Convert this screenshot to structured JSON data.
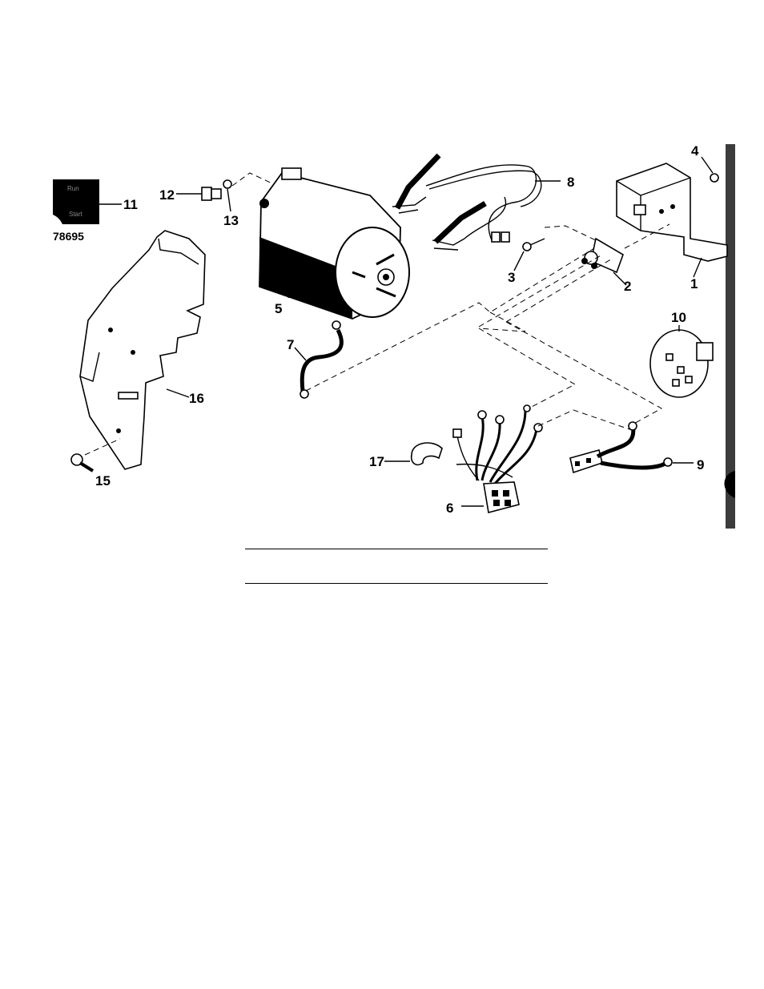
{
  "figure": {
    "figure_number": "78695",
    "decal": {
      "line1": "Run",
      "line2": "Start"
    },
    "callouts": [
      {
        "id": "c1",
        "label": "1"
      },
      {
        "id": "c2",
        "label": "2"
      },
      {
        "id": "c3",
        "label": "3"
      },
      {
        "id": "c4",
        "label": "4"
      },
      {
        "id": "c5",
        "label": "5"
      },
      {
        "id": "c6",
        "label": "6"
      },
      {
        "id": "c7",
        "label": "7"
      },
      {
        "id": "c8",
        "label": "8"
      },
      {
        "id": "c9",
        "label": "9"
      },
      {
        "id": "c10",
        "label": "10"
      },
      {
        "id": "c11",
        "label": "11"
      },
      {
        "id": "c12",
        "label": "12"
      },
      {
        "id": "c13",
        "label": "13"
      },
      {
        "id": "c15",
        "label": "15"
      },
      {
        "id": "c16",
        "label": "16"
      },
      {
        "id": "c17",
        "label": "17"
      }
    ]
  },
  "colors": {
    "ink": "#000000",
    "paper": "#ffffff",
    "edge_shadow": "#1a1a1a"
  }
}
